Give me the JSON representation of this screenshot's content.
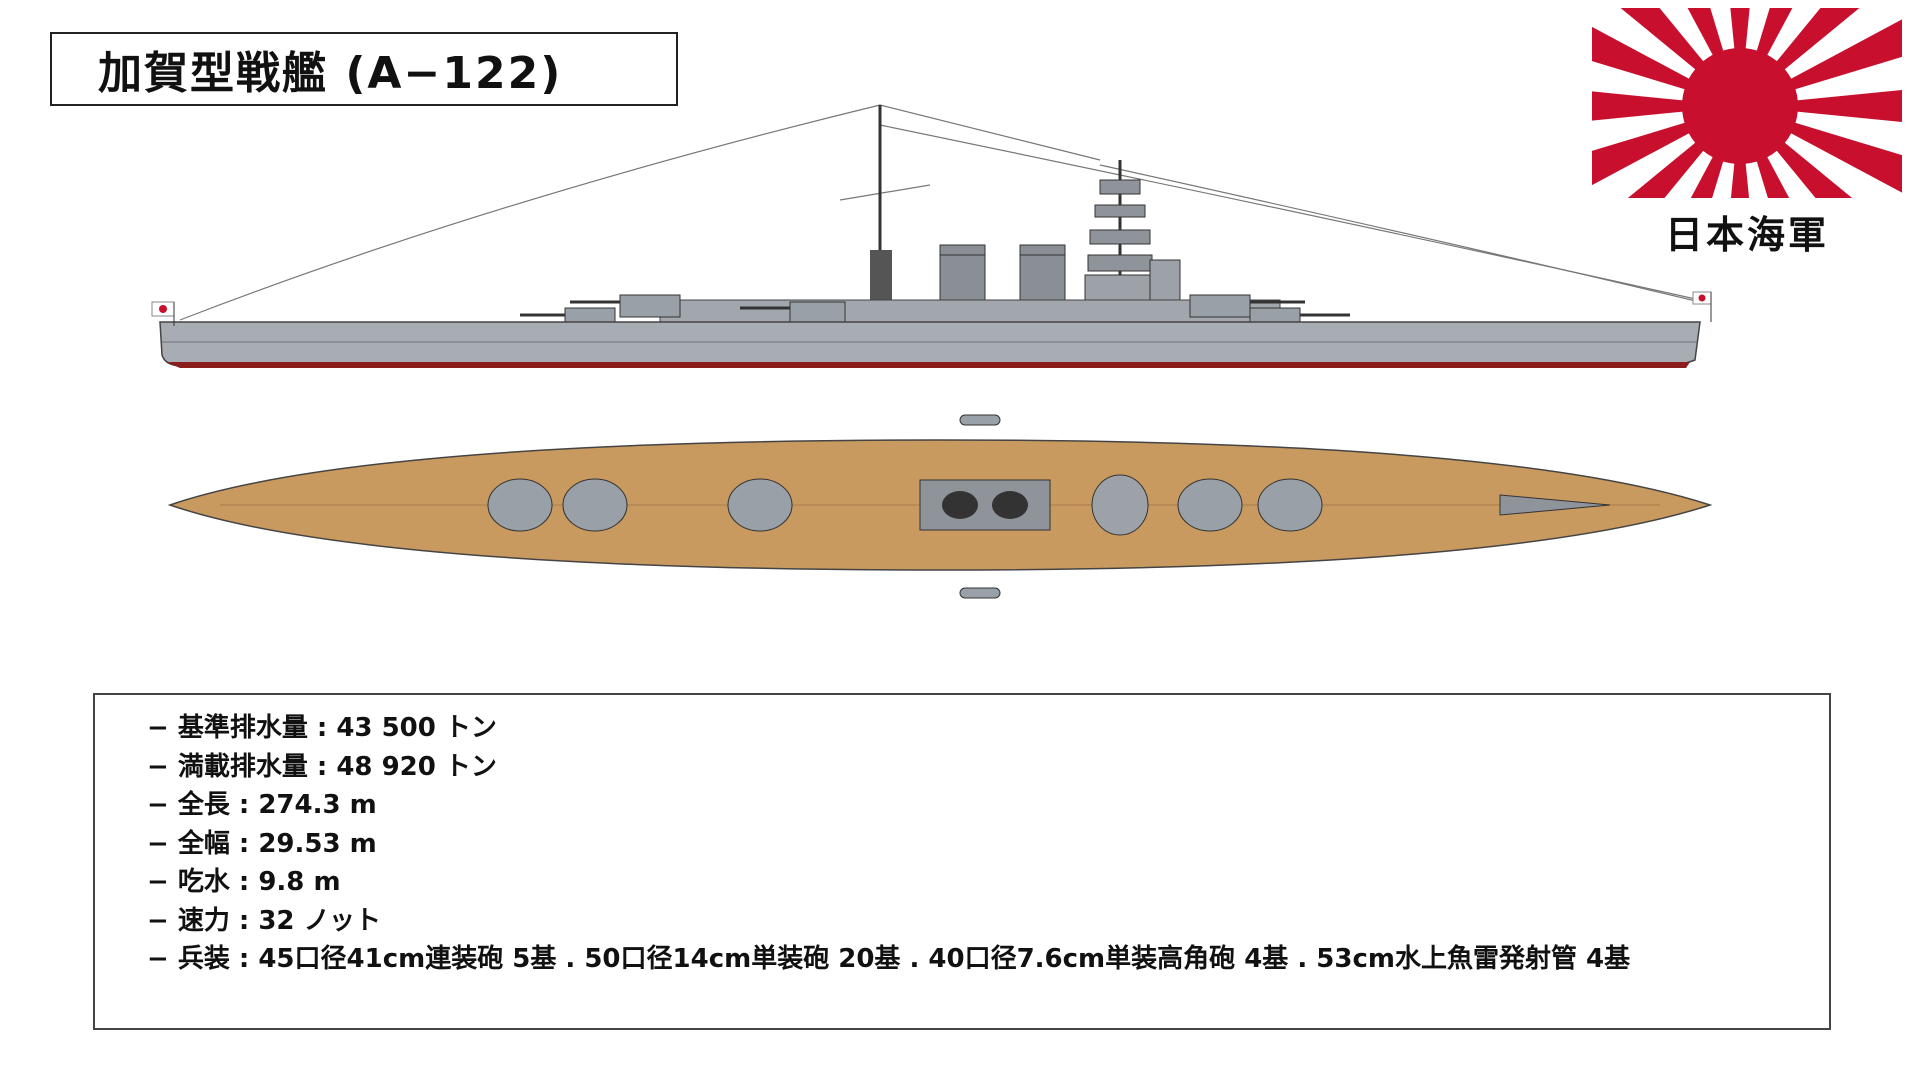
{
  "title": "加賀型戦艦 (A−122)",
  "navy_label": "日本海軍",
  "colors": {
    "hull": "#a8adb4",
    "hull_dark": "#6e737a",
    "deck": "#c99a5f",
    "boot_topping": "#8b1d1d",
    "flag_red": "#c8102e"
  },
  "specs": [
    "− 基準排水量 : 43 500 トン",
    "− 満載排水量 : 48 920 トン",
    "− 全長 : 274.3 m",
    "− 全幅 : 29.53 m",
    "− 吃水 : 9.8 m",
    "− 速力 : 32 ノット",
    "− 兵装 : 45口径41cm連装砲 5基 . 50口径14cm単装砲 20基 . 40口径7.6cm単装高角砲 4基 . 53cm水上魚雷発射管 4基"
  ]
}
